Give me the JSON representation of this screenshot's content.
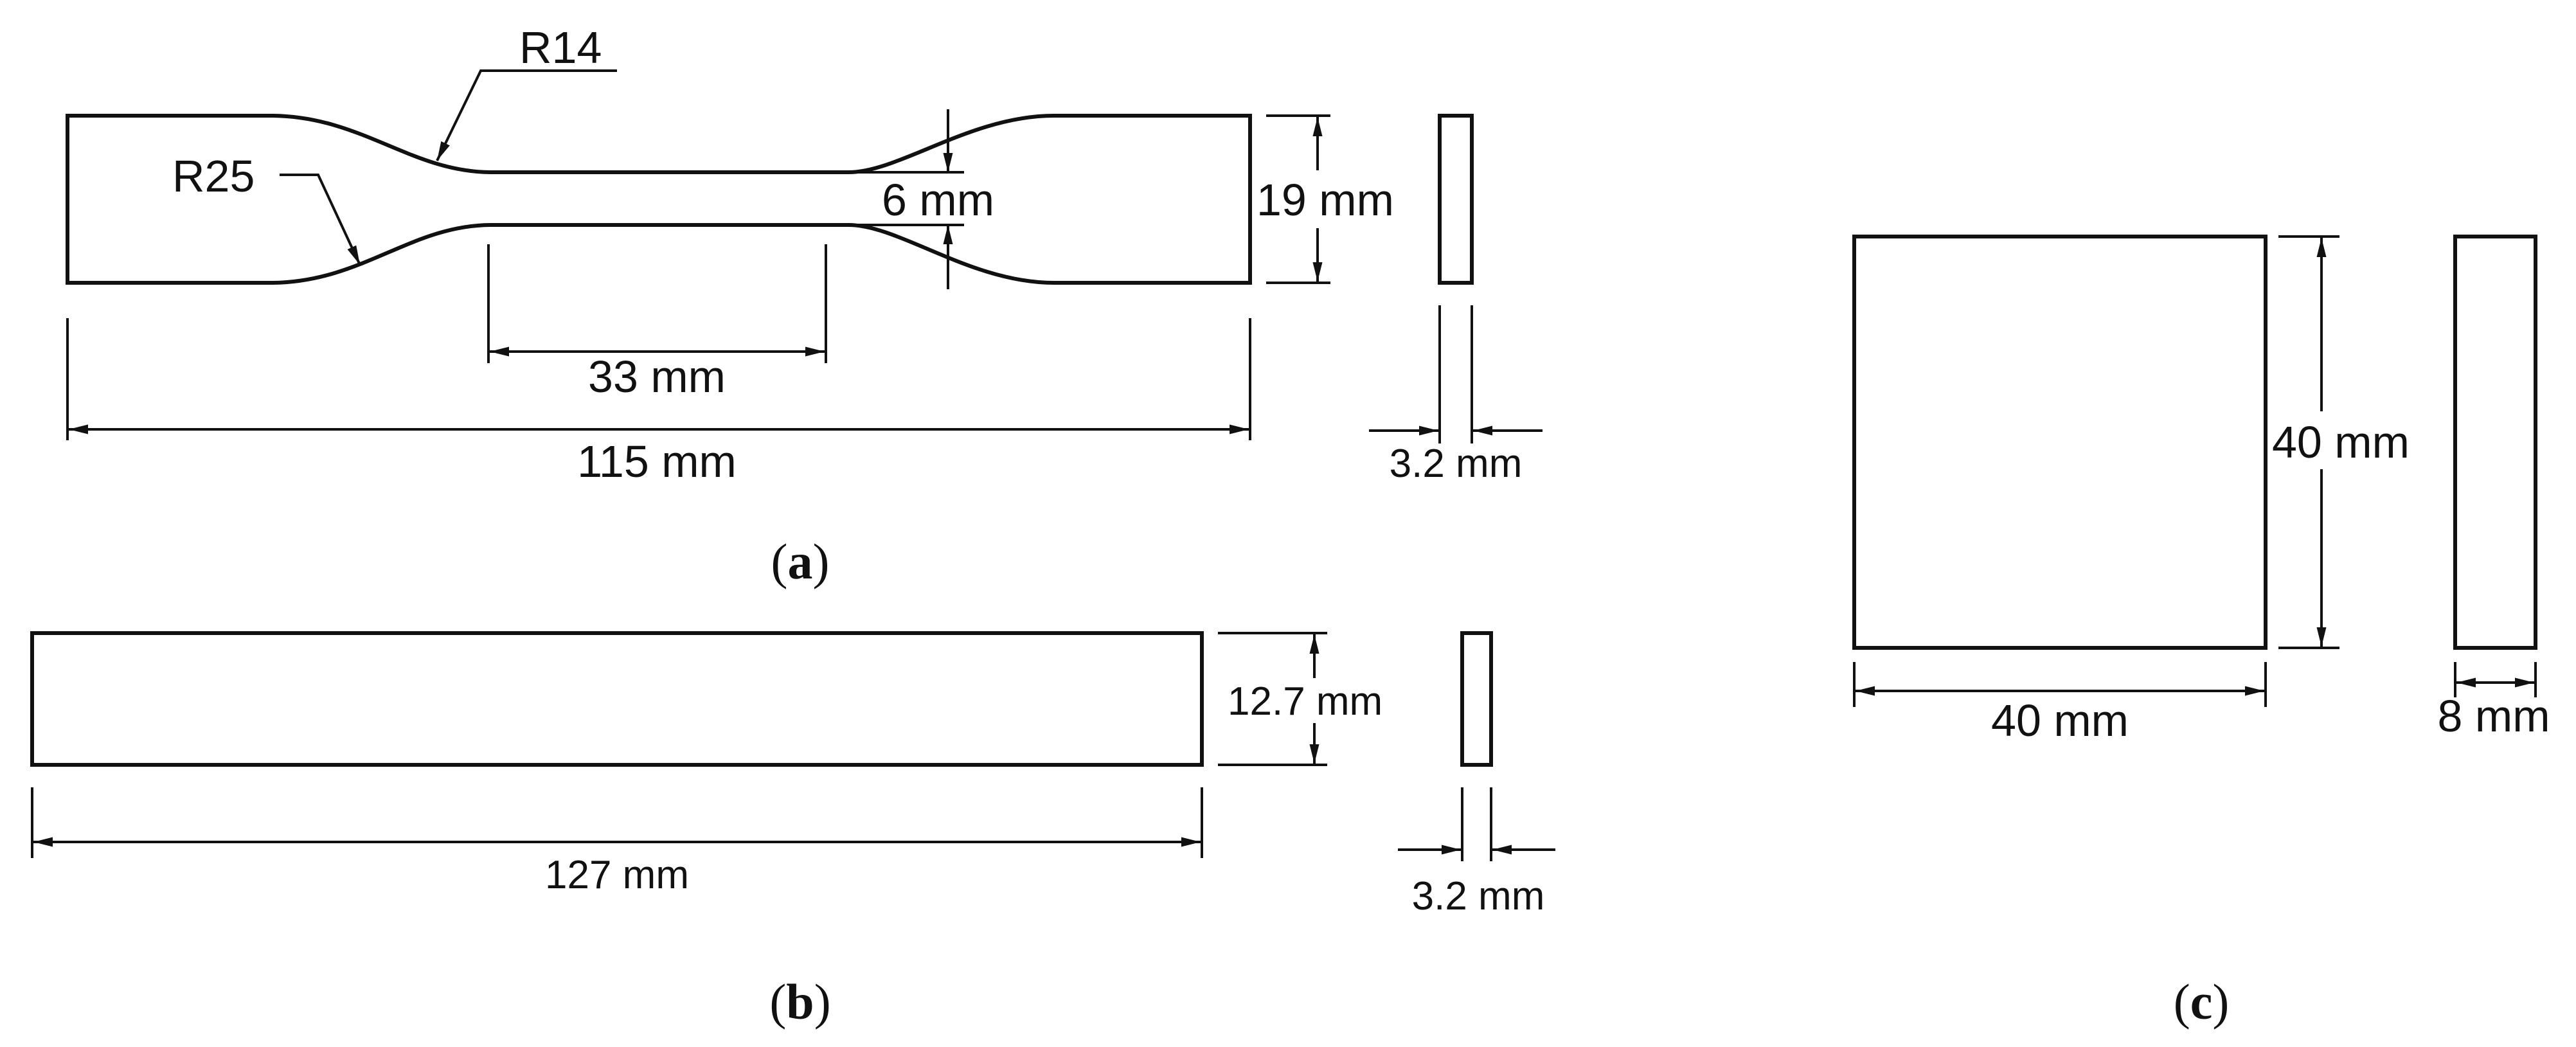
{
  "panel_a": {
    "radius_small": "R14",
    "radius_large": "R25",
    "narrow_width": "6 mm",
    "grip_width": "19 mm",
    "gauge_length": "33 mm",
    "overall_length": "115 mm",
    "thickness": "3.2 mm",
    "caption_letter": "a"
  },
  "panel_b": {
    "height": "12.7 mm",
    "length": "127 mm",
    "thickness": "3.2 mm",
    "caption_letter": "b"
  },
  "panel_c": {
    "height": "40 mm",
    "width": "40 mm",
    "thickness": "8 mm",
    "caption_letter": "c"
  }
}
